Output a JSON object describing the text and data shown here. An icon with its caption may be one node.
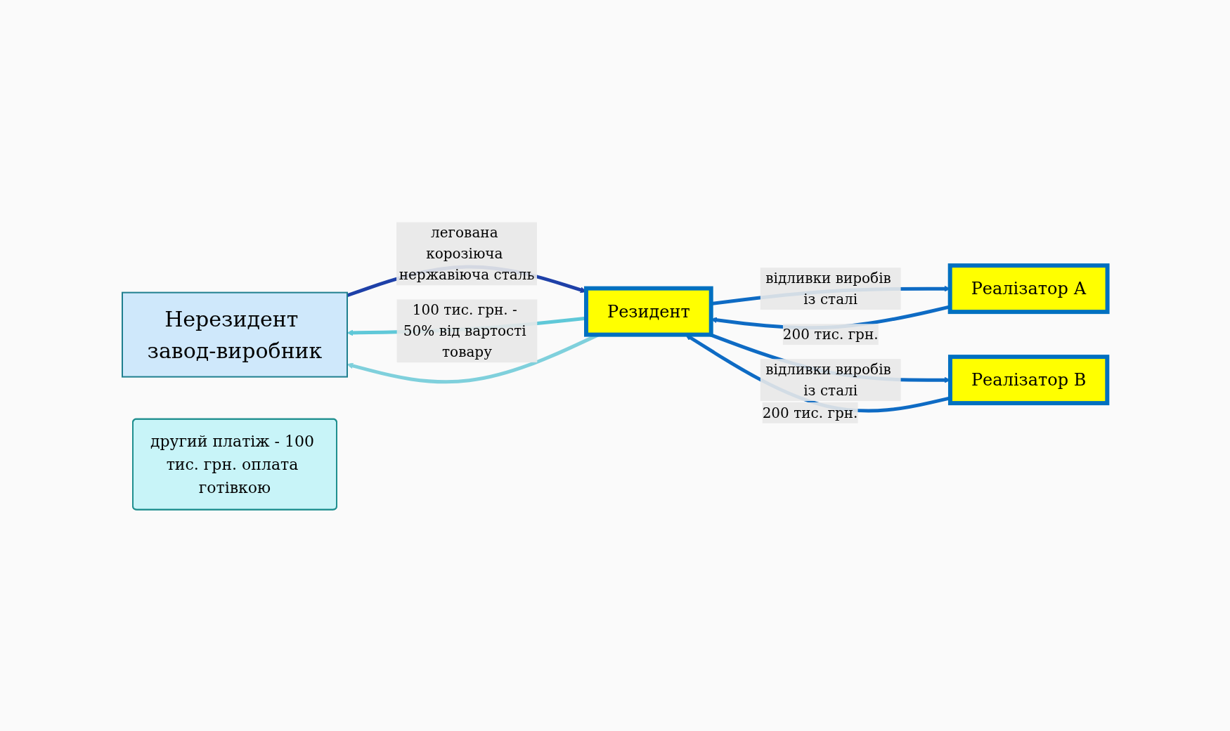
{
  "diagram": {
    "nodes": [
      {
        "text": [
          "Нерезидент завод-виробник"
        ]
      },
      {
        "text": [
          "Резидент"
        ]
      },
      {
        "text": [
          "другий платіж - 100 тис. грн. оплата готівкою"
        ]
      },
      {
        "text": [
          "Реалізатор А"
        ]
      },
      {
        "text": [
          "Реалізатор В"
        ]
      }
    ],
    "edges": [
      {
        "from": 0,
        "to": 1,
        "arrow": "to",
        "label": "легована корозіюча нержавіюча сталь",
        "color": "#1e40a8"
      },
      {
        "from": 1,
        "to": 0,
        "arrow": "to",
        "label": "100 тис. грн. - 50% від вартості товару",
        "color": "#5fc8d8"
      },
      {
        "from": 1,
        "to": 3,
        "arrow": "to",
        "label": "відливки виробів із сталі"
      },
      {
        "from": 3,
        "to": 1,
        "arrow": "to",
        "label": "200 тис. грн."
      },
      {
        "from": 1,
        "to": 4,
        "arrow": "to",
        "label": "відливки виробів із сталі"
      },
      {
        "from": 4,
        "to": 1,
        "arrow": "to",
        "label": "200 тис. грн."
      },
      {
        "from": 1,
        "to": 0,
        "arrow": "to",
        "color": "#7fd0dc"
      }
    ]
  }
}
